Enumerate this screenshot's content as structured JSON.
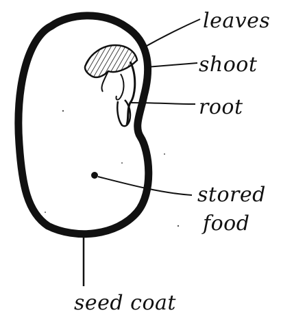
{
  "labels": {
    "leaves": "leaves",
    "shoot": "shoot",
    "root": "root",
    "stored_food_line1": "stored",
    "stored_food_line2": "food",
    "seed_coat": "seed coat"
  },
  "colors": {
    "ink": "#111111",
    "background": "#ffffff"
  }
}
